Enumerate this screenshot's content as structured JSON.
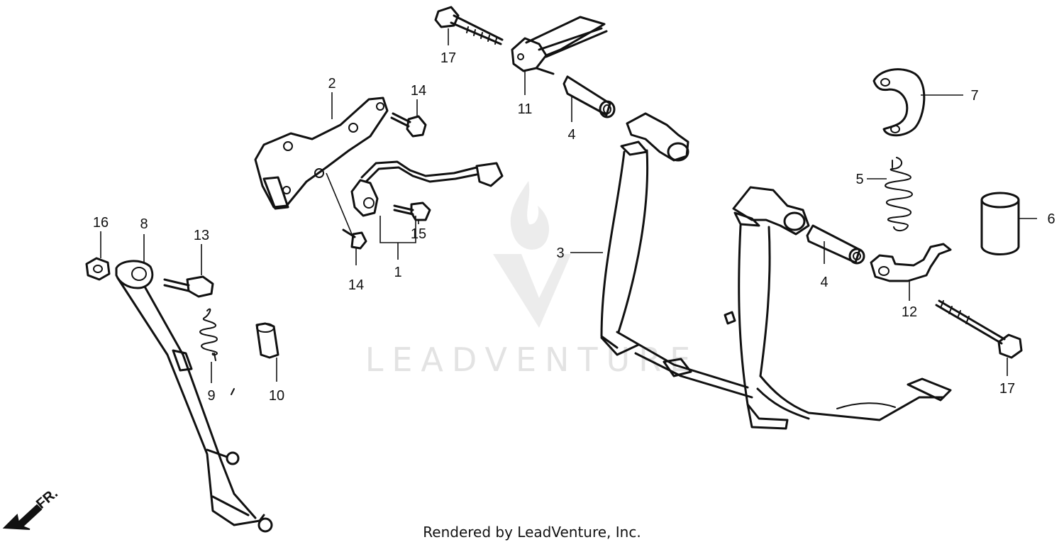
{
  "diagram": {
    "watermark_text": "LEADVENTURE",
    "front_indicator": "FR.",
    "callouts": {
      "c1": "1",
      "c2": "2",
      "c3": "3",
      "c4a": "4",
      "c4b": "4",
      "c5": "5",
      "c6": "6",
      "c7": "7",
      "c8": "8",
      "c9": "9",
      "c10": "10",
      "c11": "11",
      "c12": "12",
      "c13": "13",
      "c14a": "14",
      "c14b": "14",
      "c15": "15",
      "c16": "16",
      "c17a": "17",
      "c17b": "17"
    }
  },
  "footer": {
    "credit": "Rendered by LeadVenture, Inc."
  }
}
